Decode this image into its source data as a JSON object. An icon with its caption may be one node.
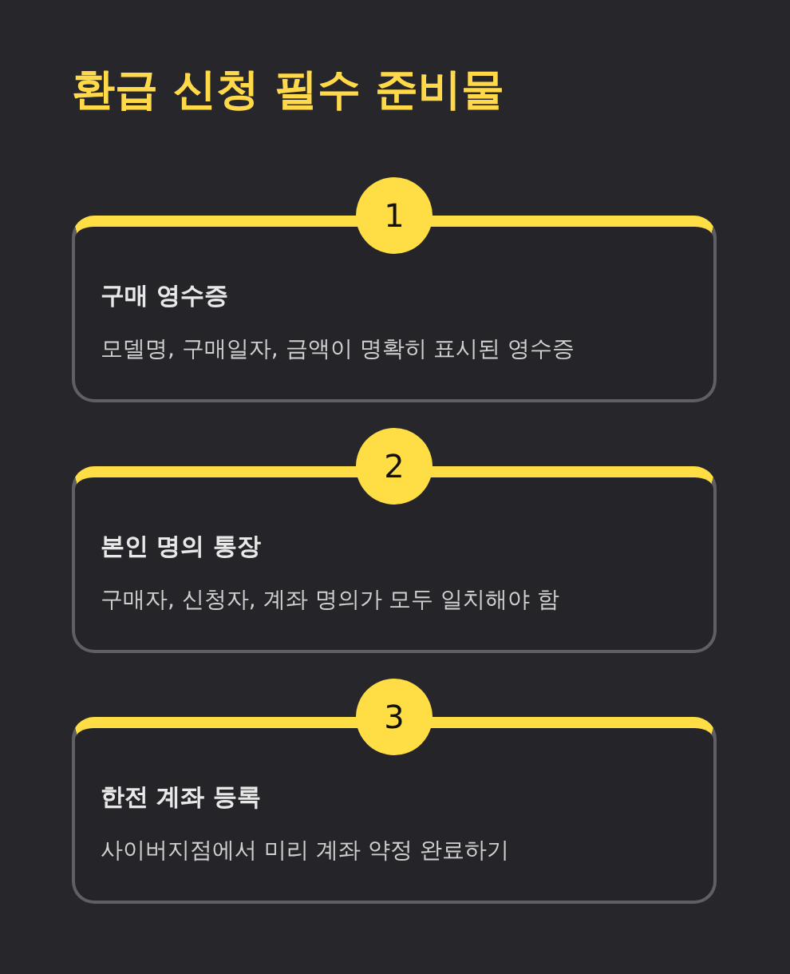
{
  "diagram": {
    "title": "환급 신청 필수 준비물",
    "nodes": [
      {
        "text": [
          "구매 영수증",
          "모델명, 구매일자, 금액이 명확히 표시된 영수증"
        ]
      },
      {
        "text": [
          "1"
        ]
      },
      {
        "text": [
          "본인 명의 통장",
          "구매자, 신청자, 계좌 명의가 모두 일치해야 함"
        ]
      },
      {
        "text": [
          "2"
        ]
      },
      {
        "text": [
          "한전 계좌 등록",
          "사이버지점에서 미리 계좌 약정 완료하기"
        ]
      },
      {
        "text": [
          "3"
        ]
      }
    ]
  }
}
